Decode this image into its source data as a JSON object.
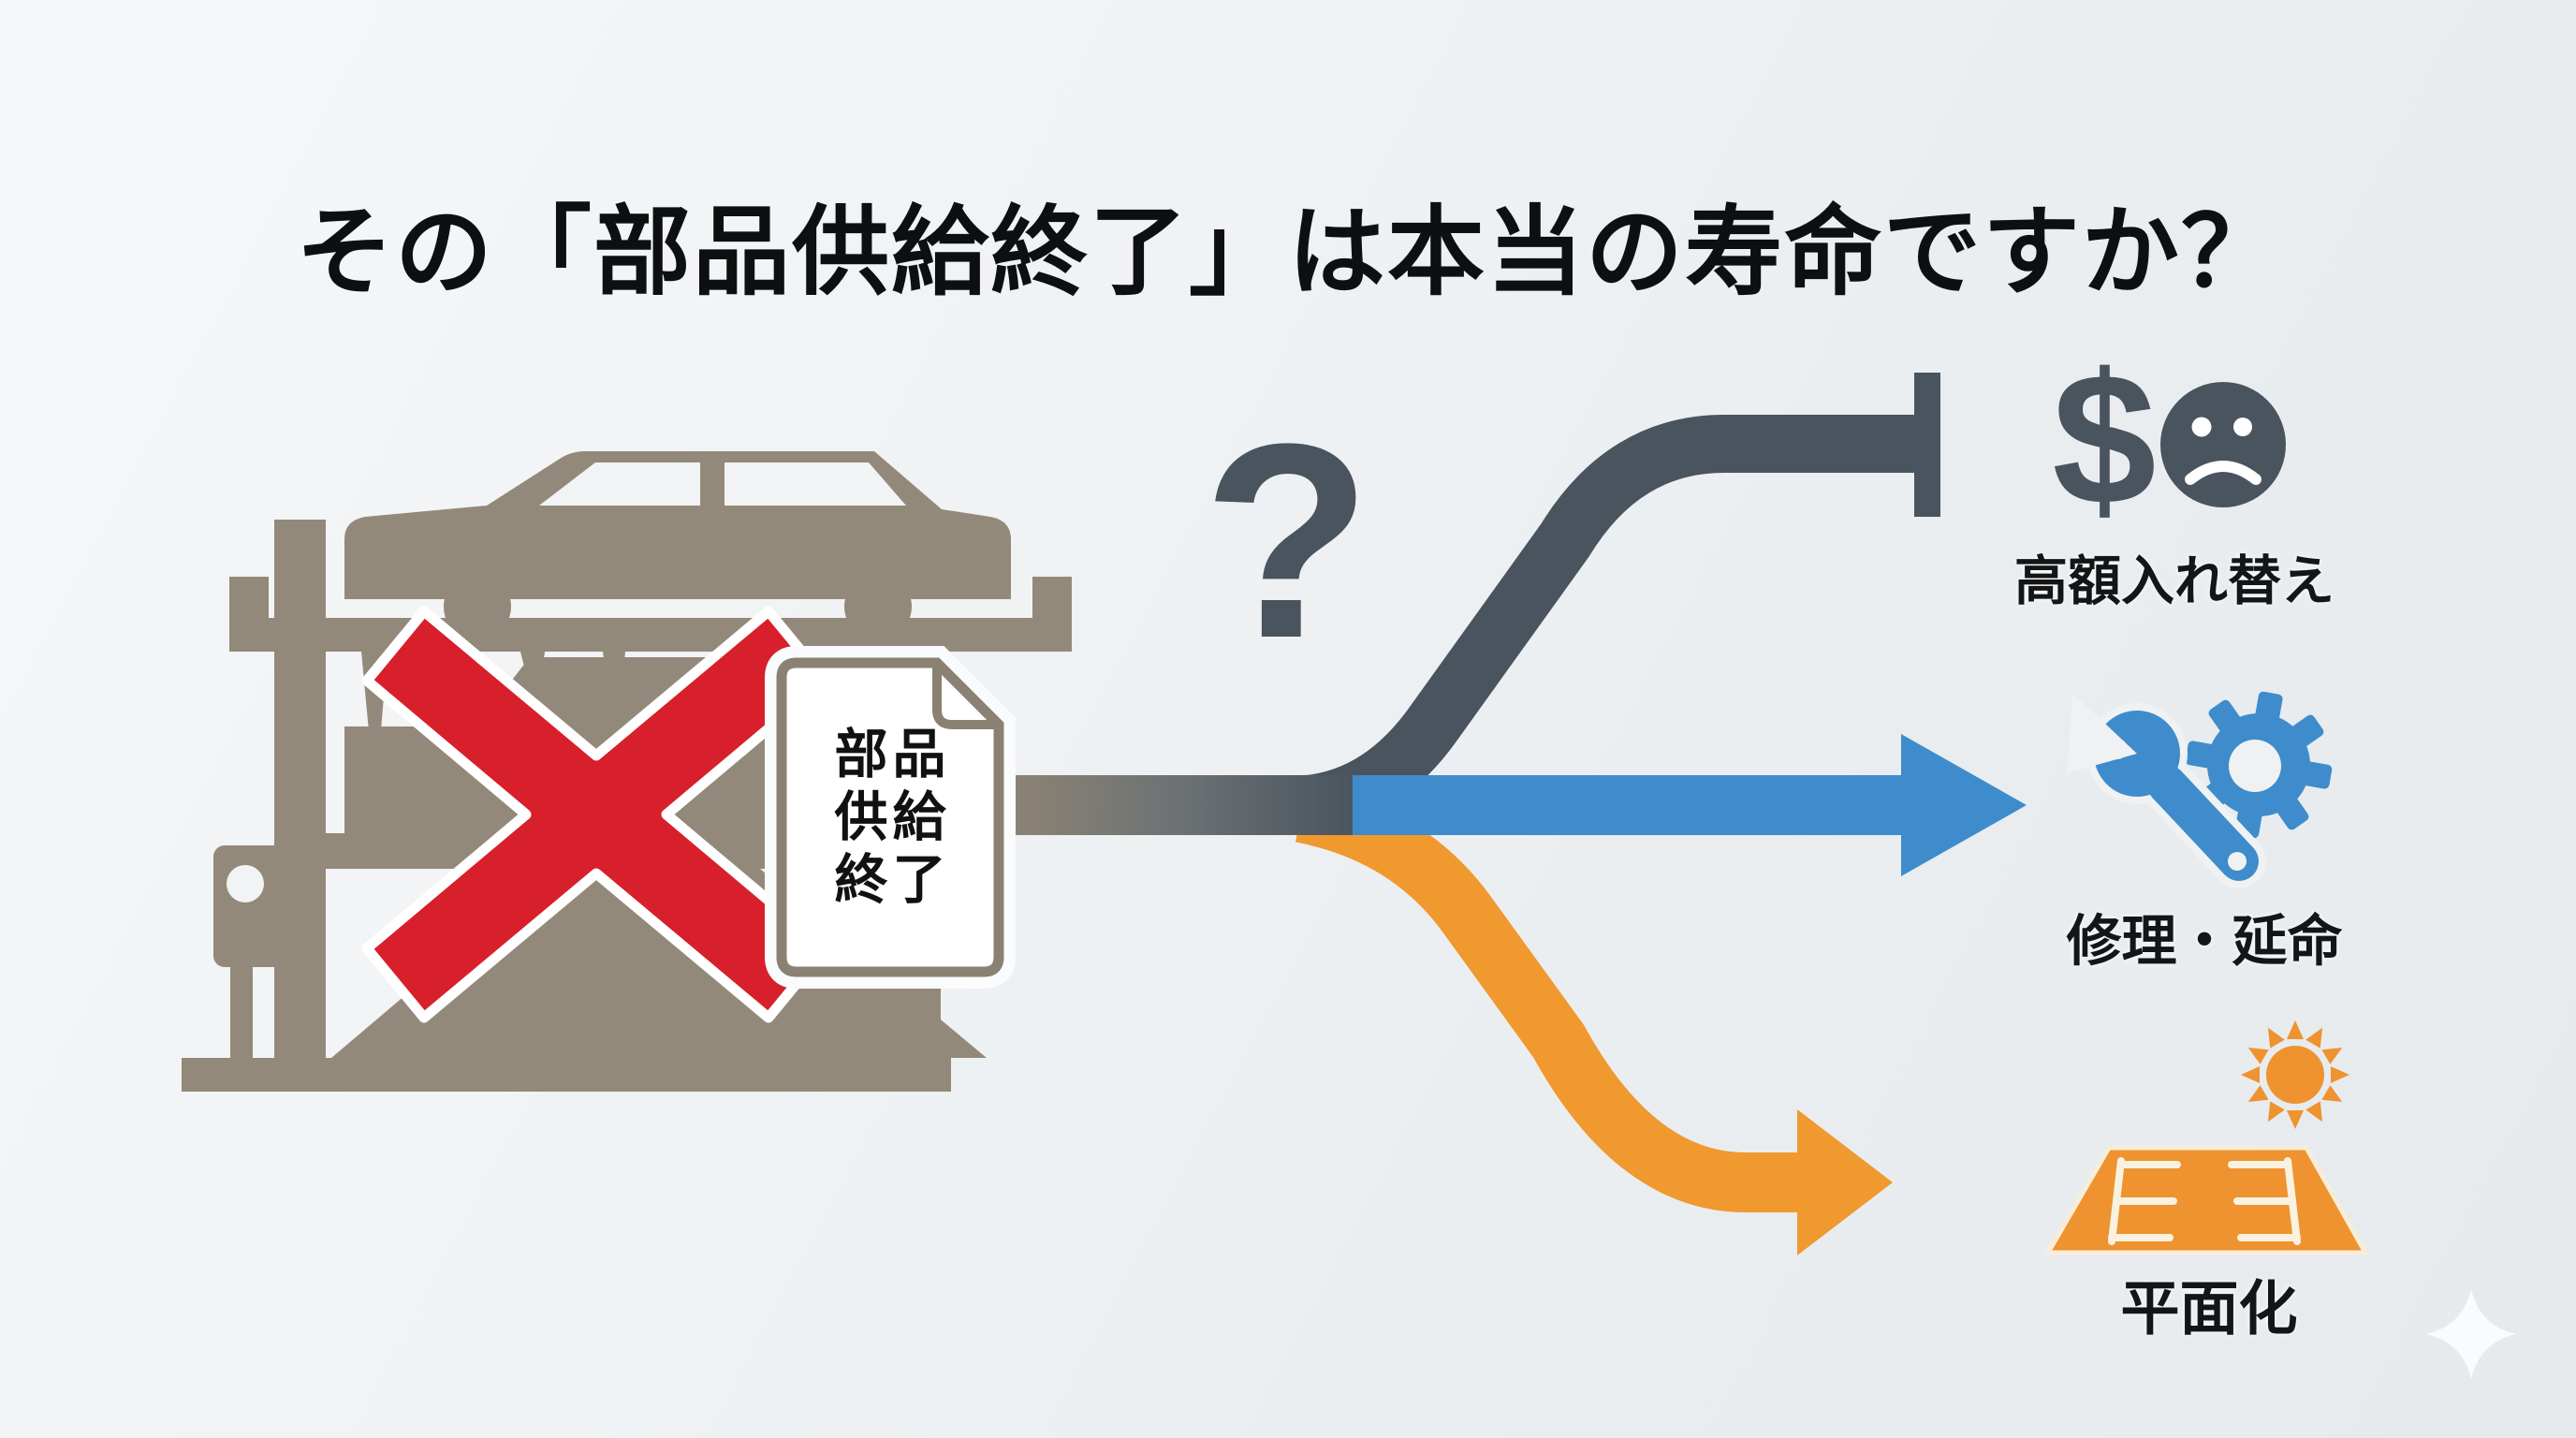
{
  "title": "その「部品供給終了」は本当の寿命ですか？",
  "parking_system": {
    "name": "mechanical-parking-lift",
    "status_document": {
      "lines": [
        "部品",
        "供給",
        "終了"
      ],
      "meaning": "parts supply ended notice"
    },
    "crossed_out": true
  },
  "fork": {
    "question_mark": "?"
  },
  "outcomes": [
    {
      "id": "expensive-replacement",
      "label": "高額入れ替え",
      "dollar_symbol": "$",
      "icons": [
        "dollar-sign",
        "sad-face"
      ],
      "line_style": "dead-end-terminal",
      "line_color": "#49545f"
    },
    {
      "id": "repair-life-extension",
      "label": "修理・延命",
      "icons": [
        "wrench",
        "gear"
      ],
      "line_style": "arrow",
      "line_color": "#3e8ccb"
    },
    {
      "id": "flattening",
      "label": "平面化",
      "icons": [
        "sun",
        "flat-parking-lot"
      ],
      "line_style": "arrow",
      "line_color": "#f0992e"
    }
  ],
  "colors": {
    "background": "#eef0f2",
    "structure_taupe": "#93897a",
    "cross_red": "#d7202b",
    "dark_slate": "#49545f",
    "blue": "#3e8ccb",
    "orange": "#f0992e",
    "sun_orange": "#ee9330",
    "document_border": "#8a8172",
    "title_text": "#0e0f11"
  }
}
